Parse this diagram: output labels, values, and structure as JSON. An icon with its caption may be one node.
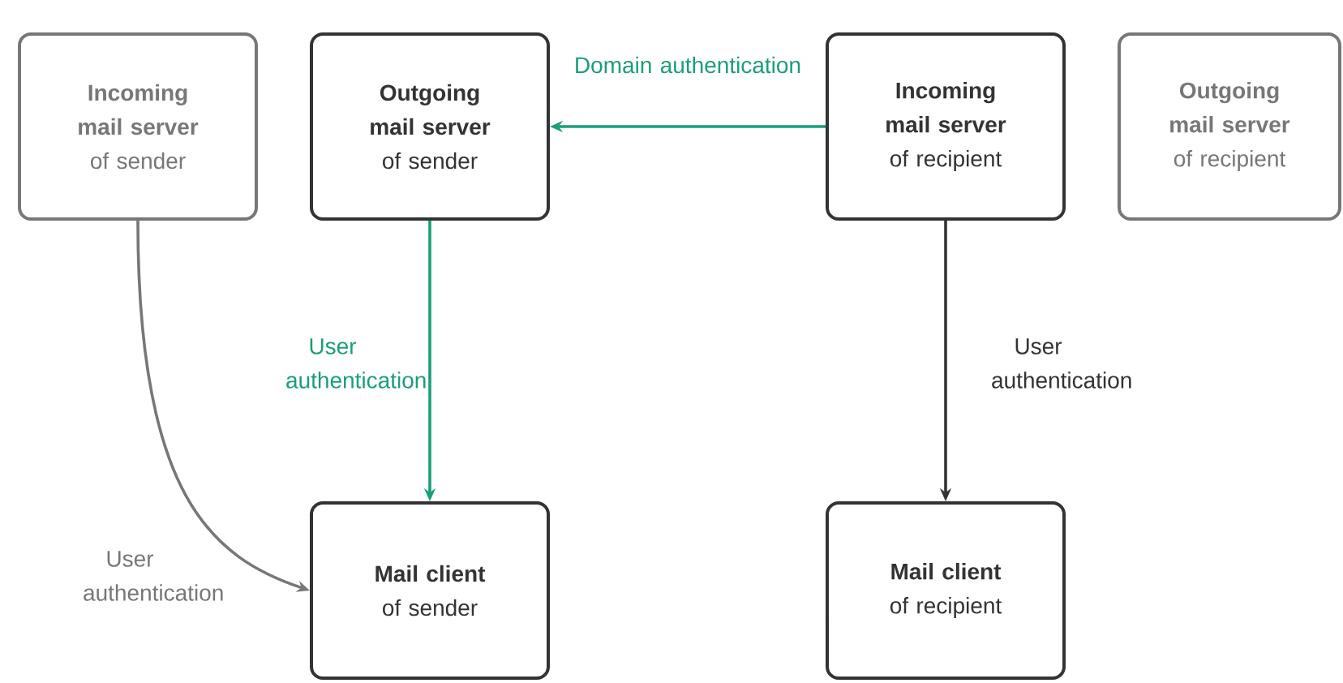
{
  "diagram": {
    "nodes": [
      {
        "text": [
          "Incoming mail server",
          "of sender"
        ]
      },
      {
        "text": [
          "Outgoing mail server",
          "of sender"
        ]
      },
      {
        "text": [
          "Incoming mail server",
          "of recipient"
        ]
      },
      {
        "text": [
          "Outgoing mail server",
          "of recipient"
        ]
      },
      {
        "text": [
          "Mail client",
          "of sender"
        ]
      },
      {
        "text": [
          "Mail client",
          "of recipient"
        ]
      }
    ],
    "edges": [
      {
        "from": 2,
        "to": 1,
        "arrow": "to",
        "label": "Domain authentication",
        "color": "#1a9e7a"
      },
      {
        "from": 1,
        "to": 4,
        "arrow": "to",
        "label": "User authentication",
        "color": "#1a9e7a"
      },
      {
        "from": 2,
        "to": 5,
        "arrow": "to",
        "label": "User authentication",
        "color": "#333333"
      },
      {
        "from": 0,
        "to": 4,
        "arrow": "to",
        "label": "User authentication",
        "color": "#777777"
      }
    ]
  }
}
